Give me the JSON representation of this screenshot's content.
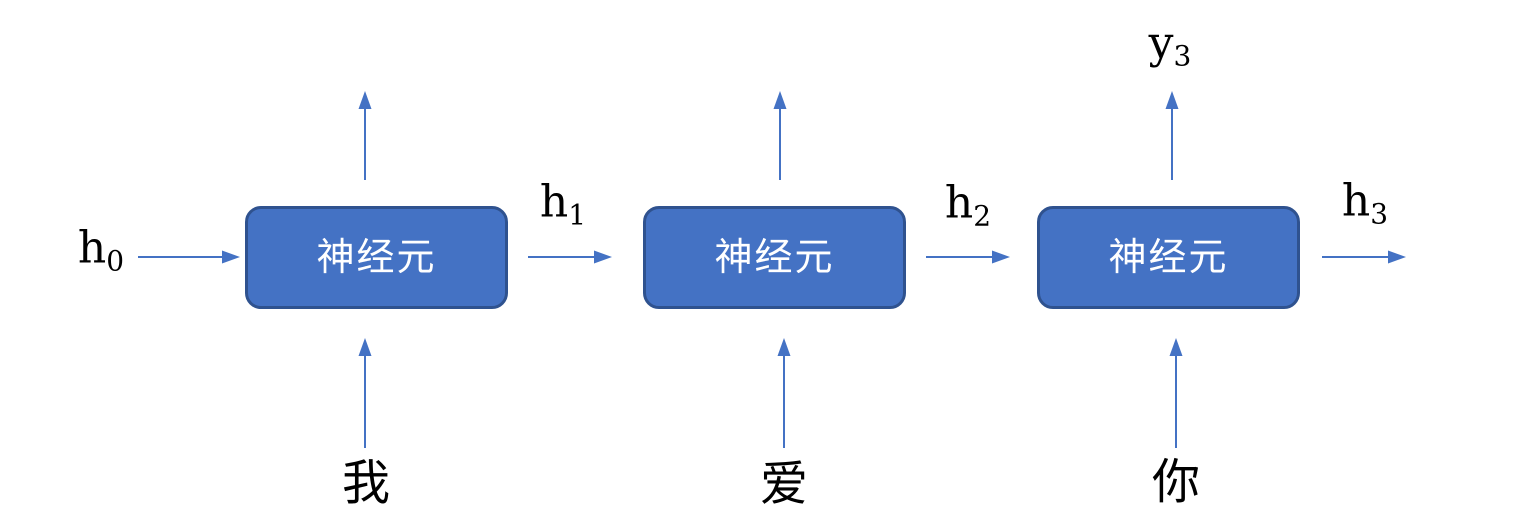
{
  "diagram": {
    "cells": [
      {
        "label": "神经元"
      },
      {
        "label": "神经元"
      },
      {
        "label": "神经元"
      }
    ],
    "state_labels": [
      {
        "base": "h",
        "sub": "0"
      },
      {
        "base": "h",
        "sub": "1"
      },
      {
        "base": "h",
        "sub": "2"
      },
      {
        "base": "h",
        "sub": "3"
      }
    ],
    "output_label": {
      "base": "y",
      "sub": "3"
    },
    "input_tokens": [
      {
        "char": "我"
      },
      {
        "char": "爱"
      },
      {
        "char": "你"
      }
    ],
    "colors": {
      "cell_fill": "#4472c4",
      "cell_border": "#2f528f",
      "cell_text": "#ffffff",
      "arrow_color": "#4472c4",
      "label_text": "#000000"
    }
  }
}
